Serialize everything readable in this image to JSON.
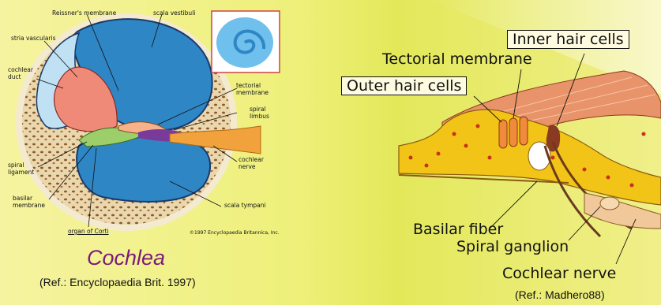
{
  "left": {
    "title": "Cochlea",
    "reference": "(Ref.: Encyclopaedia Brit. 1997)",
    "copyright": "©1997 Encyclopaedia Britannica, Inc.",
    "labels": {
      "reissners_membrane": "Reissner's membrane",
      "scala_vestibuli": "scala vestibuli",
      "stria_vascularis": "stria vascularis",
      "cochlear_duct": "cochlear\nduct",
      "tectorial_membrane": "tectorial\nmembrane",
      "spiral_limbus": "spiral\nlimbus",
      "cochlear_nerve": "cochlear\nnerve",
      "spiral_ligament": "spiral\nligament",
      "basilar_membrane": "basilar\nmembrane",
      "scala_tympani": "scala tympani",
      "organ_of_corti": "organ of Corti"
    }
  },
  "right": {
    "reference": "(Ref.: Madhero88)",
    "labels": {
      "inner_hair_cells": "Inner hair cells",
      "tectorial_membrane": "Tectorial membrane",
      "outer_hair_cells": "Outer hair cells",
      "basilar_fiber": "Basilar fiber",
      "spiral_ganglion": "Spiral ganglion",
      "cochlear_nerve": "Cochlear nerve"
    }
  },
  "colors": {
    "scala_blue": "#2f86c5",
    "duct_pink": "#f08a78",
    "bone": "#e9d3a8",
    "nerve_orange": "#f1a23c",
    "cell_yellow": "#f2c417",
    "title_purple": "#7a1a7a"
  }
}
